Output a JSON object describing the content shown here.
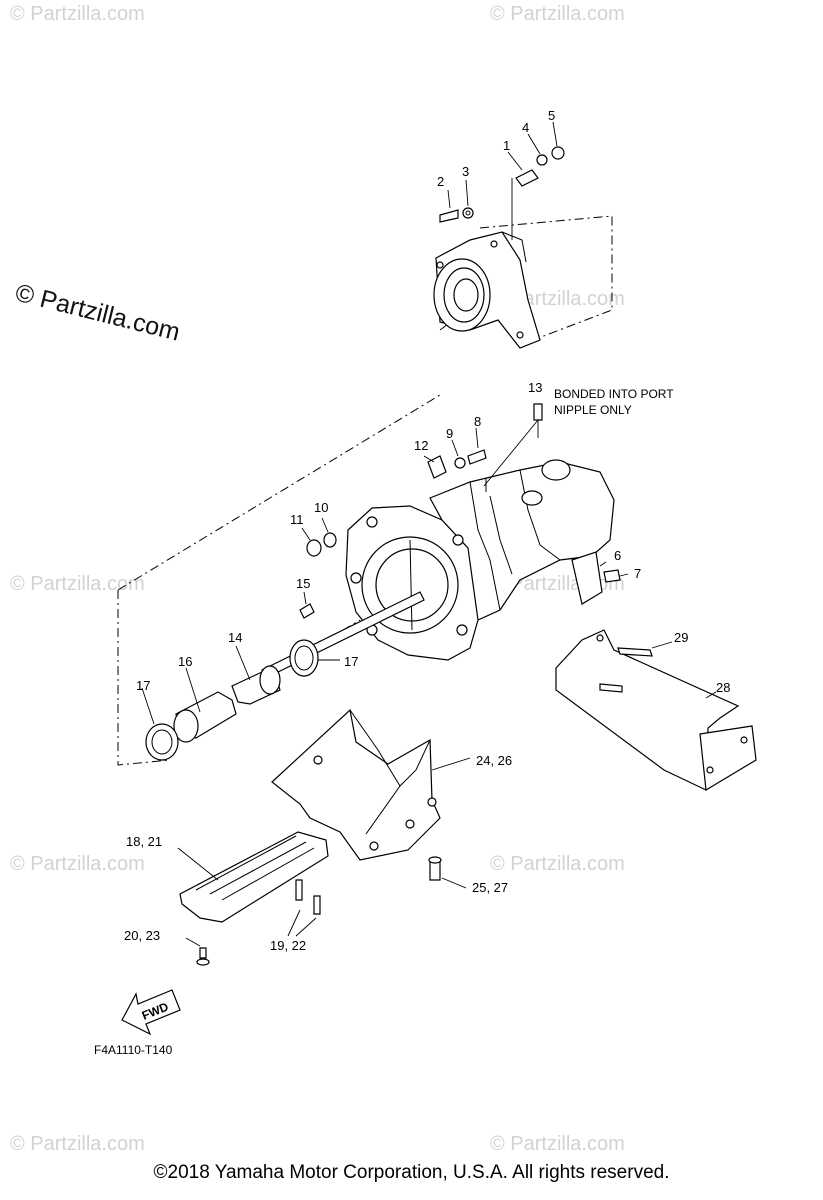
{
  "watermark": {
    "corner_text": "© Partzilla.com",
    "main_text": "© Partzilla.com"
  },
  "callouts": {
    "c1": "1",
    "c2": "2",
    "c3": "3",
    "c4": "4",
    "c5": "5",
    "c6": "6",
    "c7": "7",
    "c8": "8",
    "c9": "9",
    "c10": "10",
    "c11": "11",
    "c12": "12",
    "c13": "13",
    "c14": "14",
    "c15": "15",
    "c16": "16",
    "c17a": "17",
    "c17b": "17",
    "c18_21": "18, 21",
    "c19_22": "19, 22",
    "c20_23": "20, 23",
    "c24_26": "24, 26",
    "c25_27": "25, 27",
    "c28": "28",
    "c29": "29"
  },
  "note": {
    "line1": "BONDED INTO PORT",
    "line2": "NIPPLE ONLY"
  },
  "direction_label": "FWD",
  "diagram_code": "F4A1110-T140",
  "copyright": "©2018  Yamaha Motor Corporation, U.S.A. All rights reserved."
}
